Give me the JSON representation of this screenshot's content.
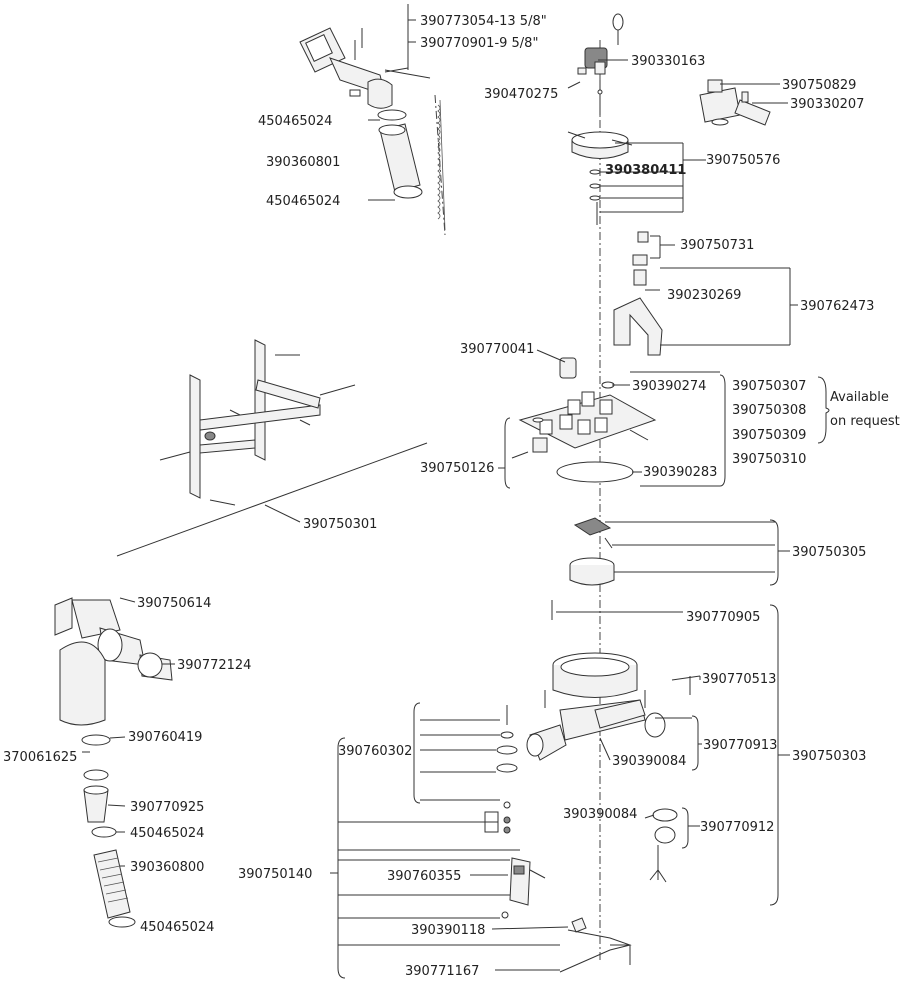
{
  "labels": {
    "p390773054": "390773054-13 5/8\"",
    "p390770901": "390770901-9 5/8\"",
    "p450465024_a": "450465024",
    "p390360801": "390360801",
    "p450465024_b": "450465024",
    "p390330163": "390330163",
    "p390470275": "390470275",
    "p390750829": "390750829",
    "p390330207": "390330207",
    "p390380411": "390380411",
    "p390750576": "390750576",
    "p390750731": "390750731",
    "p390230269": "390230269",
    "p390762473": "390762473",
    "p390770041": "390770041",
    "p390390274": "390390274",
    "p390750307": "390750307",
    "p390750308": "390750308",
    "p390750309": "390750309",
    "p390750310": "390750310",
    "available_1": "Available",
    "available_2": "on request",
    "p390750126": "390750126",
    "p390390283": "390390283",
    "p390750301": "390750301",
    "p390750305": "390750305",
    "p390750614": "390750614",
    "p390772124": "390772124",
    "p390770905": "390770905",
    "p390770513": "390770513",
    "p390760419": "390760419",
    "p370061625": "370061625",
    "p390760302": "390760302",
    "p390770913": "390770913",
    "p390750303": "390750303",
    "p390390084_a": "390390084",
    "p390770925": "390770925",
    "p450465024_c": "450465024",
    "p390390084_b": "390390084",
    "p390770912": "390770912",
    "p390360800": "390360800",
    "p390750140": "390750140",
    "p390760355": "390760355",
    "p450465024_d": "450465024",
    "p390390118": "390390118",
    "p390771167": "390771167"
  }
}
